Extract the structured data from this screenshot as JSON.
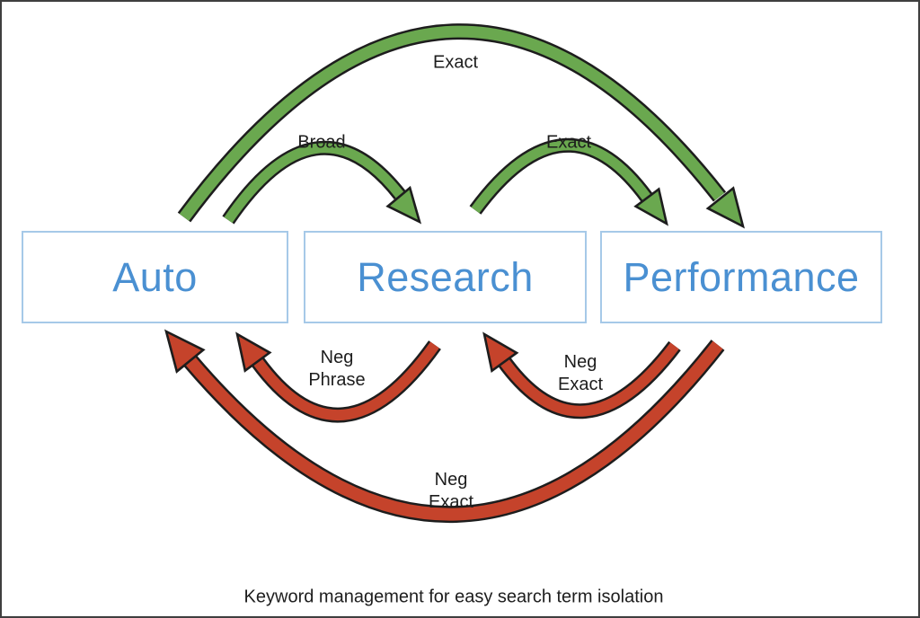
{
  "diagram": {
    "title_caption": "Keyword management for easy search term isolation",
    "boxes": {
      "auto": {
        "label": "Auto"
      },
      "research": {
        "label": "Research"
      },
      "performance": {
        "label": "Performance"
      }
    },
    "arrows": {
      "auto_to_performance": {
        "label": "Exact",
        "direction": "Auto to Performance",
        "sentiment": "positive"
      },
      "auto_to_research": {
        "label": "Broad",
        "direction": "Auto to Research",
        "sentiment": "positive"
      },
      "research_to_performance": {
        "label": "Exact",
        "direction": "Research to Performance",
        "sentiment": "positive"
      },
      "research_to_auto": {
        "line1": "Neg",
        "line2": "Phrase",
        "direction": "Research to Auto",
        "sentiment": "negative"
      },
      "performance_to_research": {
        "line1": "Neg",
        "line2": "Exact",
        "direction": "Performance to Research",
        "sentiment": "negative"
      },
      "performance_to_auto": {
        "line1": "Neg",
        "line2": "Exact",
        "direction": "Performance to Auto",
        "sentiment": "negative"
      }
    },
    "colors": {
      "arrow_positive": "#6aa84f",
      "arrow_negative": "#c5432b",
      "box_border": "#a6c9e8",
      "box_text": "#4a90d2",
      "label_text": "#1d1d1d"
    }
  }
}
